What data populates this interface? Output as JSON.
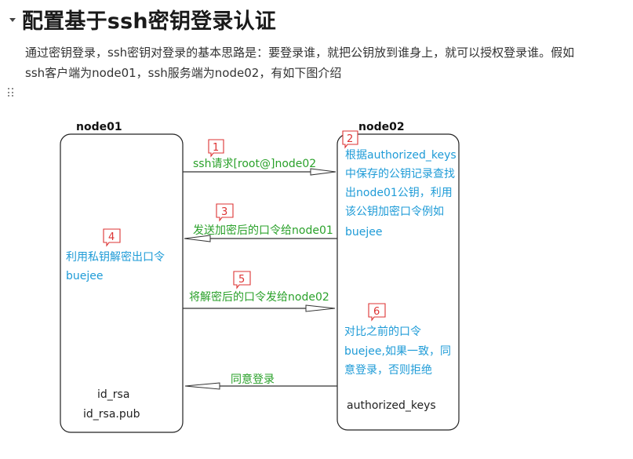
{
  "heading": {
    "title": "配置基于ssh密钥登录认证"
  },
  "paragraph": {
    "line1": "通过密钥登录，ssh密钥对登录的基本思路是：要登录谁，就把公钥放到谁身上，就可以授权登录谁。假如",
    "line2": "ssh客户端为node01，ssh服务端为node02，有如下图介绍"
  },
  "diagram": {
    "left_node": {
      "title": "node01",
      "step4_line1": "利用私钥解密出口令",
      "step4_line2": "buejee",
      "file1": "id_rsa",
      "file2": "id_rsa.pub"
    },
    "right_node": {
      "title": "node02",
      "step2_line1": "根据authorized_keys",
      "step2_line2": "中保存的公钥记录查找",
      "step2_line3": "出node01公钥，利用",
      "step2_line4": "该公钥加密口令例如",
      "step2_line5": "buejee",
      "step6_line1": "对比之前的口令",
      "step6_line2": "buejee,如果一致，同",
      "step6_line3": "意登录，否则拒绝",
      "file": "authorized_keys"
    },
    "arrows": {
      "a1": "ssh请求[root@]node02",
      "a3": "发送加密后的口令给node01",
      "a5": "将解密后的口令发给node02",
      "a7": "同意登录"
    },
    "callouts": {
      "c1": "1",
      "c2": "2",
      "c3": "3",
      "c4": "4",
      "c5": "5",
      "c6": "6"
    },
    "colors": {
      "green": "#2aa12a",
      "blue": "#1e9bd7",
      "red": "#dd3333"
    }
  }
}
